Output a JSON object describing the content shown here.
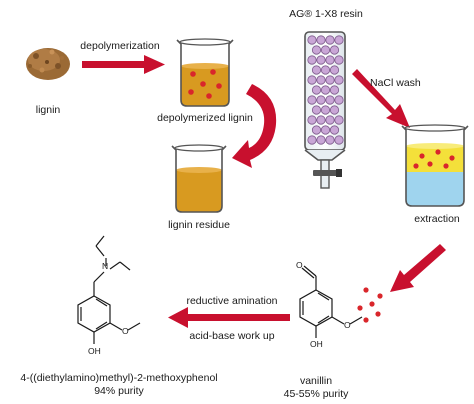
{
  "labels": {
    "lignin": "lignin",
    "depolymerization": "depolymerization",
    "depolymerized_lignin": "depolymerized lignin",
    "resin": "AG® 1-X8 resin",
    "nacl_wash": "NaCl wash",
    "extraction": "extraction",
    "lignin_residue": "lignin residue",
    "reductive_amination": "reductive amination",
    "acid_base": "acid-base work up",
    "product_name": "4-((diethylamino)methyl)-2-methoxyphenol",
    "product_purity": "94% purity",
    "vanillin": "vanillin",
    "vanillin_purity": "45-55% purity"
  },
  "chem_atoms": {
    "oh": "OH",
    "n": "N"
  },
  "colors": {
    "arrow_red": "#c8102e",
    "lignin_brown": "#a0703a",
    "liquid_amber": "#d89a20",
    "water_blue": "#9fd4ee",
    "organic_yellow": "#f4e03a",
    "bead_purple": "#c9a6d6",
    "dot_red": "#d9262b"
  }
}
